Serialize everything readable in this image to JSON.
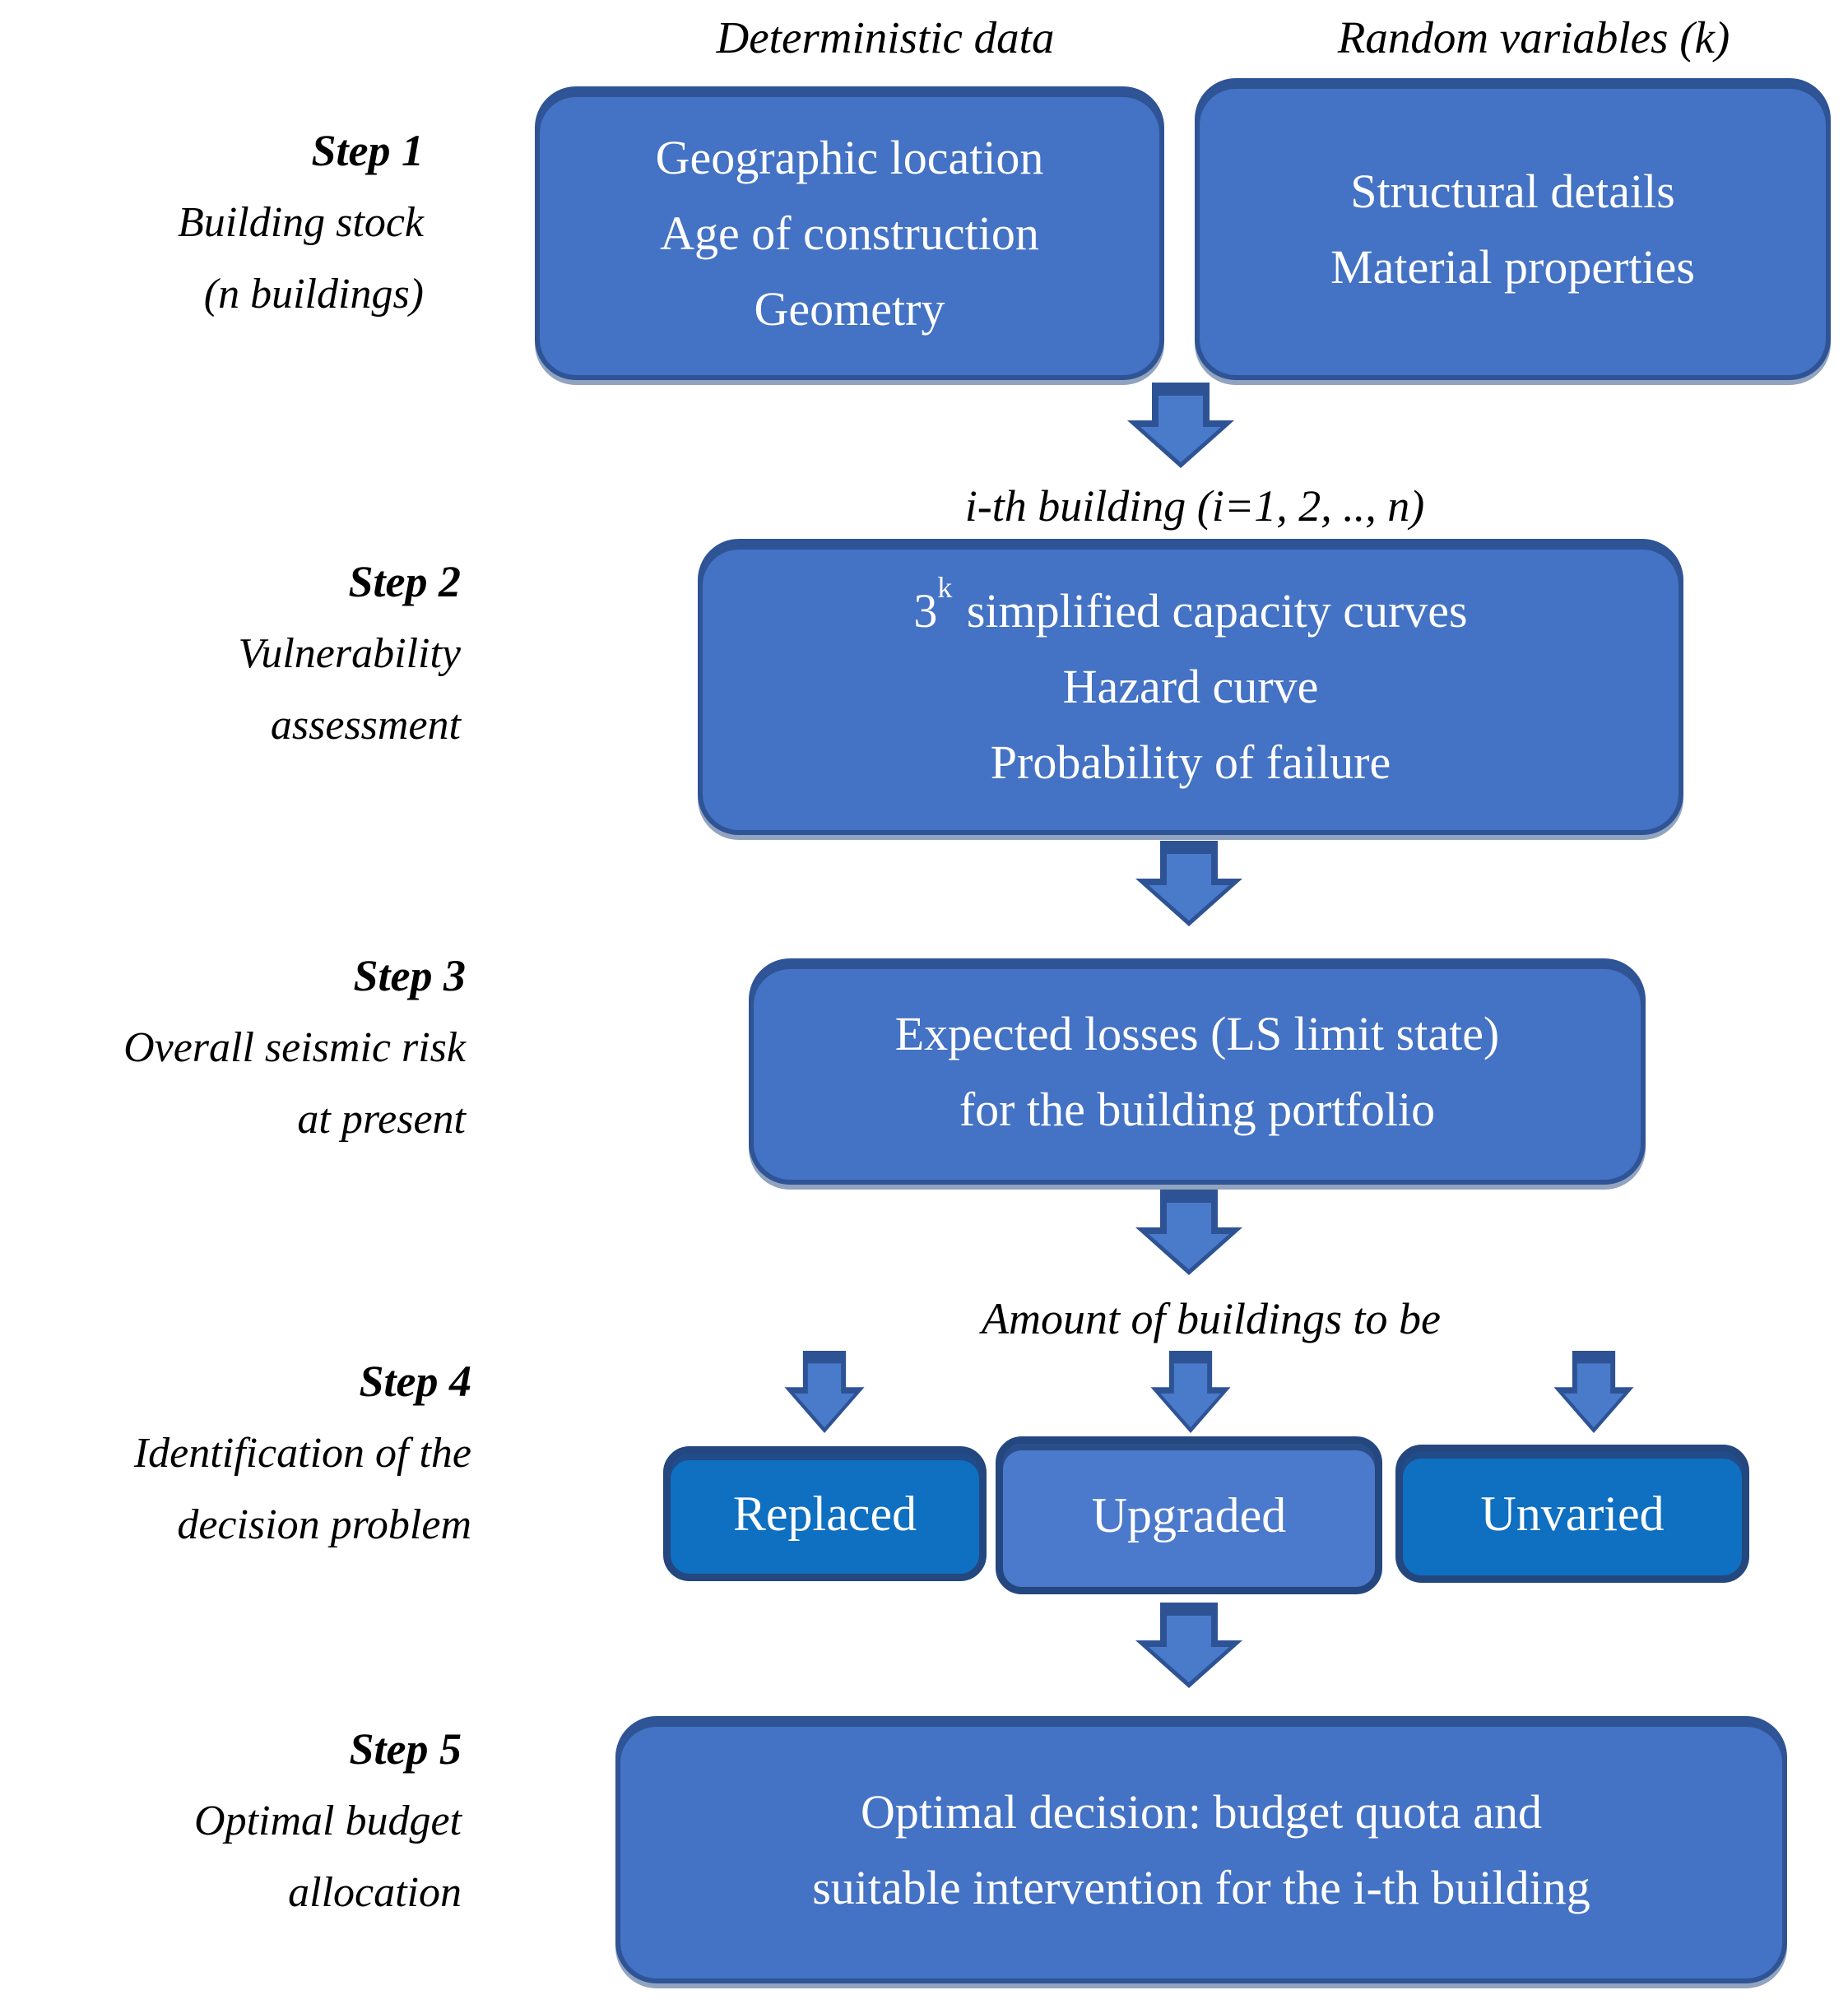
{
  "column_headers": {
    "deterministic": "Deterministic data",
    "random": "Random variables (k)"
  },
  "steps": [
    {
      "title": "Step 1",
      "lines": [
        "Building stock",
        "(n buildings)"
      ]
    },
    {
      "title": "Step 2",
      "lines": [
        "Vulnerability",
        "assessment"
      ]
    },
    {
      "title": "Step 3",
      "lines": [
        "Overall seismic risk",
        "at present"
      ]
    },
    {
      "title": "Step 4",
      "lines": [
        "Identification of the",
        "decision problem"
      ]
    },
    {
      "title": "Step 5",
      "lines": [
        "Optimal budget",
        "allocation"
      ]
    }
  ],
  "boxes": {
    "deterministic_data": {
      "lines": [
        "Geographic location",
        "Age of construction",
        "Geometry"
      ]
    },
    "random_variables": {
      "lines": [
        "Structural details",
        "Material properties"
      ]
    },
    "vulnerability": {
      "line1_base": "3",
      "line1_sup": "k",
      "line1_rest": " simplified capacity curves",
      "line2": "Hazard curve",
      "line3": "Probability of failure"
    },
    "expected_losses": {
      "lines": [
        "Expected losses (LS limit state)",
        "for the building portfolio"
      ]
    },
    "decision_options": [
      "Replaced",
      "Upgraded",
      "Unvaried"
    ],
    "optimal_decision": {
      "lines": [
        "Optimal decision: budget quota and",
        "suitable intervention for the i-th building"
      ]
    }
  },
  "annotations": {
    "ith_building": "i-th building (i=1, 2, .., n)",
    "amount_buildings": "Amount of buildings to be"
  },
  "colors": {
    "background": "#ffffff",
    "label_text": "#000000",
    "box_fill": "#4472c4",
    "box_border": "#2f5496",
    "accent_fill": "#0f6fc0",
    "accent_border": "#24477f",
    "upgraded_fill": "#4b79cb",
    "arrow_fill": "#4a7aca",
    "arrow_dark": "#2e5395",
    "text_on_box": "#ffffff"
  }
}
